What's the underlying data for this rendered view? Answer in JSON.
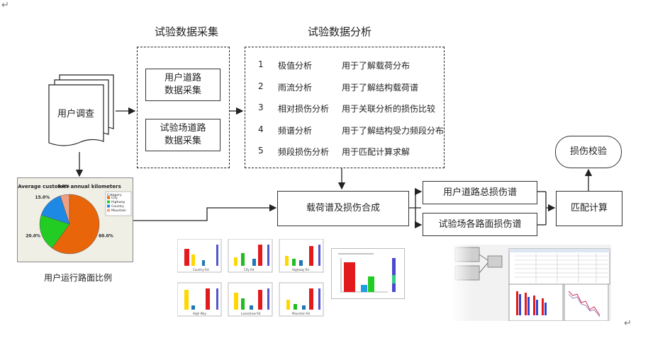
{
  "top_mark": "↵",
  "bottom_mark": "↵",
  "collect_title": "试验数据采集",
  "analysis_title": "试验数据分析",
  "user_survey": "用户调查",
  "user_road_collect": [
    "用户道路",
    "数据采集"
  ],
  "proving_road_collect": [
    "试验场道路",
    "数据采集"
  ],
  "analysis_items": [
    {
      "num": "1",
      "method": "极值分析",
      "desc": "用于了解载荷分布"
    },
    {
      "num": "2",
      "method": "雨流分析",
      "desc": "用于了解结构载荷谱"
    },
    {
      "num": "3",
      "method": "相对损伤分析",
      "desc": "用于关联分析的损伤比较"
    },
    {
      "num": "4",
      "method": "频谱分析",
      "desc": "用于了解结构受力频段分布"
    },
    {
      "num": "5",
      "method": "频段损伤分析",
      "desc": "用于匹配计算求解"
    }
  ],
  "load_synthesis": "载荷谱及损伤合成",
  "user_damage": "用户道路总损伤谱",
  "proving_damage": "试验场各路面损伤谱",
  "match_calc": "匹配计算",
  "damage_check": "损伤校验",
  "pie_caption": "用户运行路面比例",
  "chart_data": {
    "type": "pie",
    "title": "Average customer annual kilometers",
    "legend_title": "Category",
    "categories": [
      "City",
      "Highway",
      "Country",
      "Mountain"
    ],
    "values": [
      60.0,
      20.0,
      15.0,
      5.0
    ],
    "labels": [
      "60.0%",
      "20.0%",
      "15.0%",
      "5.0%"
    ],
    "colors": [
      "#e8650a",
      "#22cc22",
      "#1e88e5",
      "#f0a080"
    ],
    "legend_placement": "right"
  },
  "thumb_captions": [
    "Country Rd",
    "City Rd",
    "Highway Rd",
    "High Way",
    "Loose/Low Rd",
    "Mountain Rd"
  ]
}
